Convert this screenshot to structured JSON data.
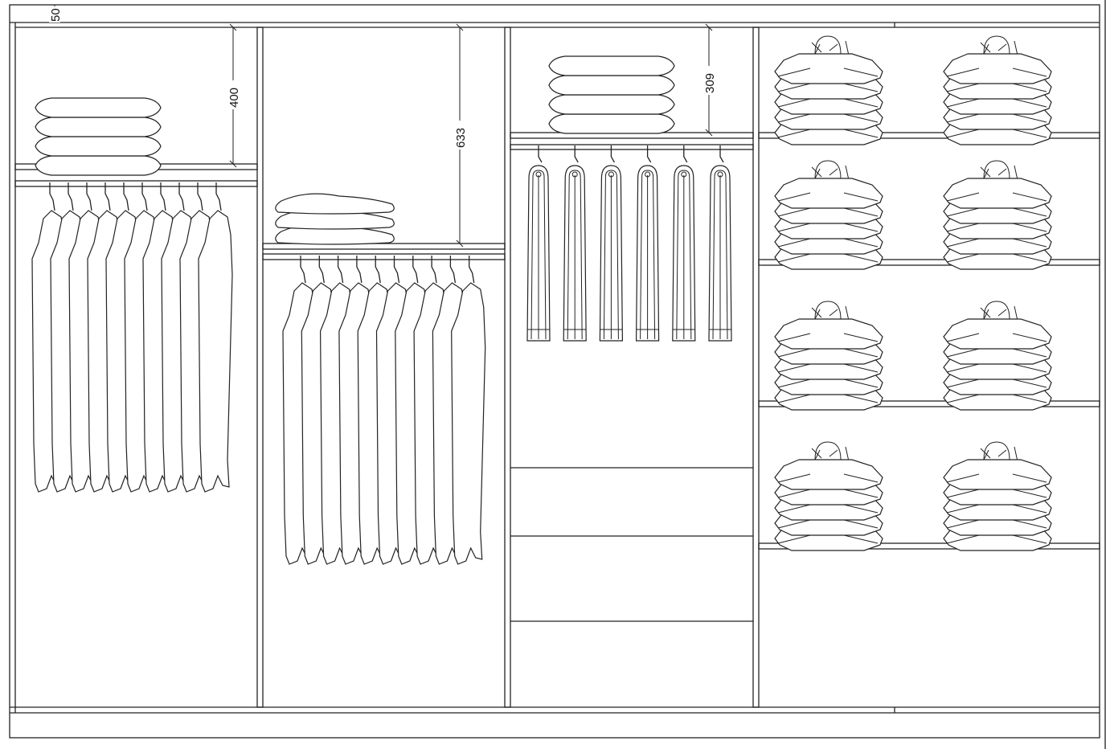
{
  "drawing": {
    "line_color": "#222222",
    "background": "#ffffff"
  },
  "dimensions": {
    "top_panel": "50",
    "col1_top_shelf": "400",
    "col2_top_shelf": "633",
    "col3_top_shelf": "309"
  }
}
